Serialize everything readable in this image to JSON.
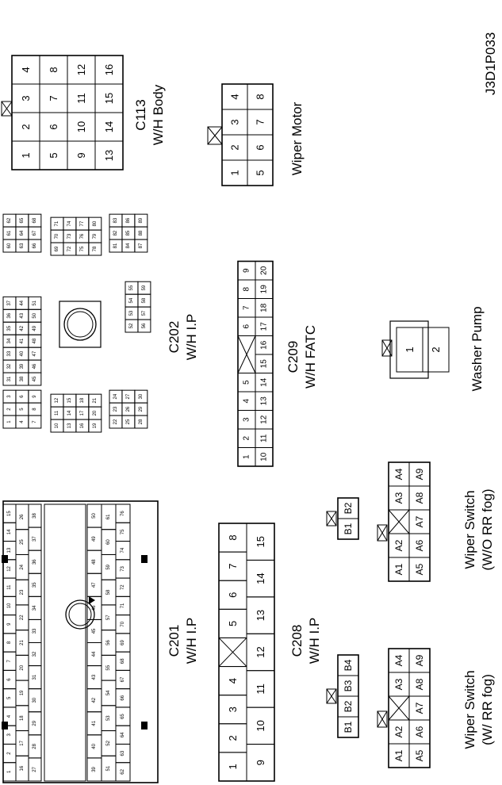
{
  "figure_code": "J3D1P033",
  "connectors": {
    "c113": {
      "name": "C113",
      "sub": "W/H Body",
      "rows": [
        [
          "1",
          "2",
          "3",
          "4"
        ],
        [
          "5",
          "6",
          "7",
          "8"
        ],
        [
          "9",
          "10",
          "11",
          "12"
        ],
        [
          "13",
          "14",
          "15",
          "16"
        ]
      ]
    },
    "wiper_motor": {
      "name": "Wiper Motor",
      "rows": [
        [
          "1",
          "2",
          "3",
          "4"
        ],
        [
          "5",
          "6",
          "7",
          "8"
        ]
      ]
    },
    "c202": {
      "name": "C202",
      "sub": "W/H I.P",
      "blocks": [
        [
          [
            "1",
            "2",
            "3"
          ],
          [
            "4",
            "5",
            "6"
          ],
          [
            "7",
            "8",
            "9"
          ]
        ],
        [
          [
            "10",
            "11",
            "12"
          ],
          [
            "13",
            "14",
            "15"
          ],
          [
            "16",
            "17",
            "18"
          ],
          [
            "19",
            "20",
            "21"
          ]
        ],
        [
          [
            "22",
            "23",
            "24"
          ],
          [
            "25",
            "26",
            "27"
          ],
          [
            "28",
            "29",
            "30"
          ]
        ],
        [
          [
            "31",
            "32",
            "33",
            "34",
            "35",
            "36",
            "37"
          ],
          [
            "38",
            "39",
            "40",
            "41",
            "42",
            "43",
            "44"
          ],
          [
            "45",
            "46",
            "47",
            "48",
            "49",
            "50",
            "51"
          ]
        ],
        [
          [
            "52",
            "53",
            "54",
            "55"
          ],
          [
            "56",
            "57",
            "58",
            "59"
          ]
        ],
        [
          [
            "60",
            "61",
            "62"
          ],
          [
            "63",
            "64",
            "65"
          ],
          [
            "66",
            "67",
            "68"
          ]
        ],
        [
          [
            "69",
            "70",
            "71"
          ],
          [
            "72",
            "73",
            "74"
          ],
          [
            "75",
            "76",
            "77"
          ],
          [
            "78",
            "79",
            "80"
          ]
        ],
        [
          [
            "81",
            "82",
            "83"
          ],
          [
            "84",
            "85",
            "86"
          ],
          [
            "87",
            "88",
            "89"
          ]
        ]
      ]
    },
    "c209": {
      "name": "C209",
      "sub": "W/H FATC",
      "rows": [
        [
          "1",
          "2",
          "3",
          "4",
          "5",
          "",
          "6",
          "7",
          "8",
          "9"
        ],
        [
          "10",
          "11",
          "12",
          "13",
          "14",
          "15",
          "16",
          "17",
          "18",
          "19",
          "20"
        ]
      ]
    },
    "washer_pump": {
      "name": "Washer Pump",
      "pins": [
        "1",
        "2"
      ]
    },
    "c201": {
      "name": "C201",
      "sub": "W/H I.P",
      "top_outer": [
        "1",
        "2",
        "3",
        "4",
        "5",
        "6",
        "7",
        "8",
        "9",
        "10",
        "11",
        "12",
        "13",
        "14",
        "15"
      ],
      "top_inner": [
        "16",
        "17",
        "18",
        "19",
        "20",
        "21",
        "22",
        "23",
        "24",
        "25",
        "26"
      ],
      "top_row3": [
        "27",
        "28",
        "29",
        "30",
        "31",
        "32",
        "33",
        "34",
        "35",
        "36",
        "37",
        "38"
      ],
      "bot_row1": [
        "39",
        "40",
        "41",
        "42",
        "43",
        "44",
        "45",
        "46",
        "47",
        "48",
        "49",
        "50"
      ],
      "bot_row2": [
        "51",
        "52",
        "53",
        "54",
        "55",
        "56",
        "57",
        "58",
        "59",
        "60",
        "61"
      ],
      "bot_row3": [
        "62",
        "63",
        "64",
        "65",
        "66",
        "67",
        "68",
        "69",
        "70",
        "71",
        "72",
        "73",
        "74",
        "75",
        "76"
      ]
    },
    "c208": {
      "name": "C208",
      "sub": "W/H I.P",
      "rows": [
        [
          "1",
          "2",
          "3",
          "4",
          "",
          "5",
          "6",
          "7",
          "8"
        ],
        [
          "9",
          "10",
          "11",
          "12",
          "13",
          "14",
          "15"
        ]
      ]
    },
    "wiper_switch_wo": {
      "name": "Wiper Switch",
      "sub": "(W/O RR fog)",
      "rows": [
        [
          "A1",
          "A2",
          "",
          "A3",
          "A4"
        ],
        [
          "A5",
          "A6",
          "A7",
          "A8",
          "A9"
        ]
      ],
      "b_pins": [
        "B1",
        "B2"
      ]
    },
    "wiper_switch_w": {
      "name": "Wiper Switch",
      "sub": "(W/ RR fog)",
      "rows": [
        [
          "A1",
          "A2",
          "",
          "A3",
          "A4"
        ],
        [
          "A5",
          "A6",
          "A7",
          "A8",
          "A9"
        ]
      ],
      "b_pins": [
        "B1",
        "B2",
        "B3",
        "B4"
      ]
    }
  }
}
